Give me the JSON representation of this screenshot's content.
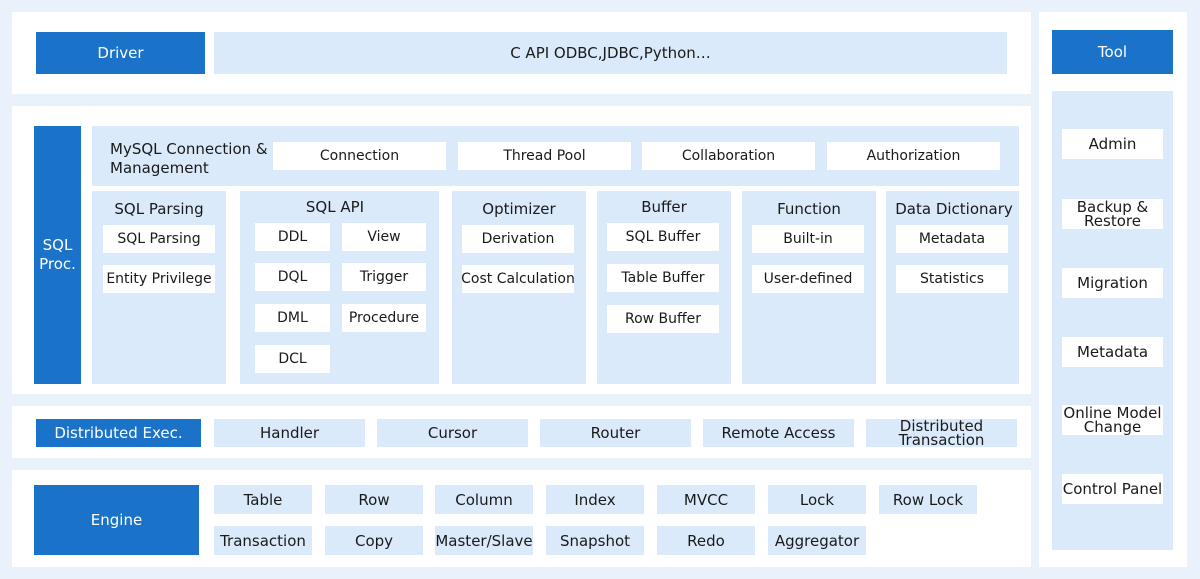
{
  "driver": {
    "label": "Driver",
    "apis": "C API ODBC,JDBC,Python…"
  },
  "sql_proc": {
    "label": "SQL\nProc.",
    "connection": {
      "title": "MySQL Connection &\nManagement",
      "items": [
        "Connection",
        "Thread Pool",
        "Collaboration",
        "Authorization"
      ]
    },
    "sql_parsing": {
      "title": "SQL Parsing",
      "items": [
        "SQL Parsing",
        "Entity Privilege"
      ]
    },
    "sql_api": {
      "title": "SQL API",
      "items": [
        "DDL",
        "View",
        "DQL",
        "Trigger",
        "DML",
        "Procedure",
        "DCL"
      ]
    },
    "optimizer": {
      "title": "Optimizer",
      "items": [
        "Derivation",
        "Cost Calculation"
      ]
    },
    "buffer": {
      "title": "Buffer",
      "items": [
        "SQL Buffer",
        "Table Buffer",
        "Row Buffer"
      ]
    },
    "function": {
      "title": "Function",
      "items": [
        "Built-in",
        "User-defined"
      ]
    },
    "data_dictionary": {
      "title": "Data Dictionary",
      "items": [
        "Metadata",
        "Statistics"
      ]
    }
  },
  "distributed": {
    "label": "Distributed Exec.",
    "items": [
      "Handler",
      "Cursor",
      "Router",
      "Remote Access",
      "Distributed\nTransaction"
    ]
  },
  "engine": {
    "label": "Engine",
    "items": [
      "Table",
      "Row",
      "Column",
      "Index",
      "MVCC",
      "Lock",
      "Row Lock",
      "Transaction",
      "Copy",
      "Master/Slave",
      "Snapshot",
      "Redo",
      "Aggregator"
    ]
  },
  "tool": {
    "label": "Tool",
    "items": [
      "Admin",
      "Backup &\nRestore",
      "Migration",
      "Metadata",
      "Online Model\nChange",
      "Control Panel"
    ]
  },
  "colors": {
    "accent": "#1a73c8",
    "light": "#dbeafa",
    "panel": "#ffffff",
    "background": "#e9f2fb"
  }
}
